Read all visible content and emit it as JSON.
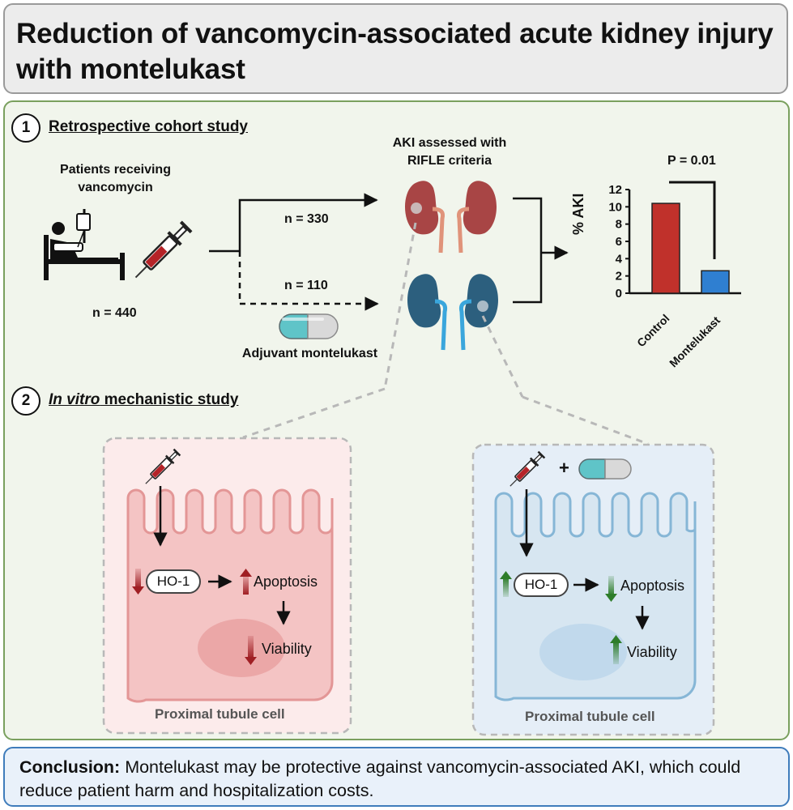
{
  "title": "Reduction of vancomycin-associated acute kidney injury with montelukast",
  "section1": {
    "number": "1",
    "label": "Retrospective cohort study",
    "patients_label_line1": "Patients receiving",
    "patients_label_line2": "vancomycin",
    "total_n": "n = 440",
    "control_n": "n = 330",
    "montelukast_n": "n = 110",
    "adjuvant_label": "Adjuvant montelukast",
    "aki_label_line1": "AKI assessed with",
    "aki_label_line2": "RIFLE criteria"
  },
  "chart_data": {
    "type": "bar",
    "categories": [
      "Control",
      "Montelukast"
    ],
    "values": [
      10.4,
      2.6
    ],
    "ylabel": "% AKI",
    "ylim": [
      0,
      12
    ],
    "yticks": [
      "0",
      "2",
      "4",
      "6",
      "8",
      "10",
      "12"
    ],
    "annotation": "P = 0.01",
    "colors": [
      "#c0312b",
      "#2f7fd1"
    ]
  },
  "section2": {
    "number": "2",
    "label_italic": "In vitro",
    "label_rest": " mechanistic study",
    "left_cell": {
      "ho1": "HO-1",
      "apoptosis": "Apoptosis",
      "viability": "Viability",
      "cell_label": "Proximal tubule cell"
    },
    "right_cell": {
      "plus": "+",
      "ho1": "HO-1",
      "apoptosis": "Apoptosis",
      "viability": "Viability",
      "cell_label": "Proximal tubule cell"
    }
  },
  "conclusion": {
    "heading": "Conclusion:",
    "text": " Montelukast may be protective against vancomycin-associated AKI, which could reduce patient harm and hospitalization costs."
  },
  "colors": {
    "kidney_red": "#a84545",
    "kidney_blue": "#2c5f7e",
    "ureter_red": "#e0937a",
    "ureter_blue": "#3aa6dc",
    "arrow_dark_red": "#a01f24",
    "arrow_green": "#2e7d2a",
    "pill_teal": "#5fc4c8"
  }
}
